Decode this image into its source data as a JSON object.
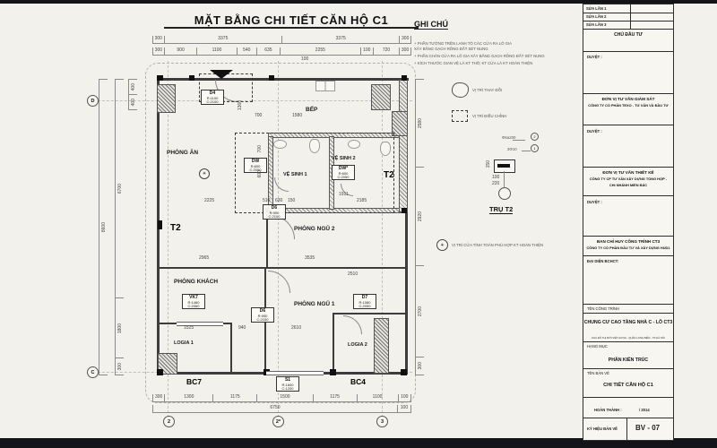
{
  "title": "MẶT BẰNG CHI TIẾT CĂN HỘ C1",
  "notes": {
    "heading": "GHI CHÚ",
    "line1": "+ PHẦN TƯỜNG TRÊN LANH TÔ CÁC CỬA RA LÔ GIA",
    "line2": "XÂY BẰNG GẠCH RỖNG ĐẤT SÉT NUNG",
    "line3": "+ PHẦN CHÂN CỬA RA LÔ GIA XÂY BẰNG GẠCH RỖNG ĐẤT SÉT NUNG",
    "line4": "+ KÍCH THƯỚC GIAN VỆ LÀ KT THÔ; KT CỬA LÀ KT HOÀN THIỆN",
    "legend_change": "VỊ TRÍ THAY ĐỔI",
    "legend_adjust": "VỊ TRÍ ĐIỀU CHỈNH",
    "legend_door": "VỊ TRÍ CỬA TÍNH TOÁN PHÙ HỢP KT HOÀN THIỆN",
    "asterisk": "✳"
  },
  "column_detail": {
    "title": "TRỤ T2",
    "tie": "Φ6a200",
    "tie_ref": "2",
    "main": "3Φ10",
    "main_ref": "1",
    "dim_h": "150",
    "dim_w1": "100",
    "dim_w2": "220"
  },
  "rooms": {
    "dining": "PHÒNG ĂN",
    "kitchen": "BẾP",
    "wc1": "VỆ SINH 1",
    "wc2": "VỆ SINH 2",
    "bed2": "PHÒNG NGỦ 2",
    "living": "PHÒNG KHÁCH",
    "bed1": "PHÒNG NGỦ 1",
    "logia1": "LOGIA 1",
    "logia2": "LOGIA 2"
  },
  "tags": {
    "d4": {
      "id": "D4",
      "r": "R:1100",
      "c": "C:2100"
    },
    "dw": {
      "id": "DW",
      "r": "R:600",
      "c": "C:2050"
    },
    "dws": {
      "id": "DW*",
      "r": "R:600",
      "c": "C:2050"
    },
    "d6a": {
      "id": "D6",
      "r": "R:900",
      "c": "C:2100"
    },
    "d6b": {
      "id": "D6",
      "r": "R:900",
      "c": "C:2100"
    },
    "d7": {
      "id": "D7",
      "r": "R:1080",
      "c": "C:2050"
    },
    "vk7": {
      "id": "VK7",
      "r": "R:1460",
      "c": "C:2060"
    },
    "s1": {
      "id": "S1",
      "r": "R:1600",
      "c": "C:1200"
    }
  },
  "markers": {
    "t2_left": "T2",
    "t2_right": "T2",
    "bc7": "BC7",
    "bc4": "BC4"
  },
  "grid": {
    "d": "D",
    "c": "C",
    "n2": "2",
    "n2s": "2*",
    "n3": "3"
  },
  "dims": {
    "top1": [
      "300",
      "3375",
      "3375",
      "300"
    ],
    "top2": [
      "300",
      "900",
      "1100",
      "540",
      "635",
      "2255",
      "100",
      "720",
      "300"
    ],
    "top_sub": "100",
    "bottom1": [
      "300",
      "1300",
      "1175",
      "1500",
      "1175",
      "1100",
      "100"
    ],
    "bottom2": [
      "6750",
      "100"
    ],
    "left_outer": "8600",
    "left_inner": [
      "6700",
      "1800",
      "300"
    ],
    "left_top": [
      "400",
      "400"
    ],
    "right_inner": [
      "2580",
      "2920",
      "2700",
      "300"
    ],
    "i": {
      "a": "700",
      "b": "1580",
      "c": "1360",
      "d": "2225",
      "e": "510",
      "f": "630",
      "g": "150",
      "h": "2185",
      "j": "2965",
      "k": "3535",
      "l": "2510",
      "m": "1525",
      "n": "940",
      "o": "2610",
      "p": "1911",
      "q": "700",
      "r": "600"
    }
  },
  "titleblock": {
    "rev1": "SỬA LẦN 1",
    "rev2": "SỬA LẦN 2",
    "rev3": "SỬA LẦN 3",
    "owner_label": "CHỦ ĐẦU TƯ",
    "approve1": "DUYỆT :",
    "approve2": "DUYỆT :",
    "approve3": "DUYỆT :",
    "supervisor1": "ĐƠN VỊ TƯ VẤN GIÁM SÁT",
    "supervisor2": "CÔNG TY CỔ PHẦN TEXO - TƯ VẤN VÀ ĐẦU TƯ",
    "designer1": "ĐƠN VỊ TƯ VẤN THIẾT KẾ",
    "designer2": "CÔNG TY CP TƯ VẤN XÂY DỰNG TỔNG HỢP -",
    "designer3": "CHI NHÁNH MIỀN BẮC",
    "board1": "BAN CHỈ HUY CÔNG TRÌNH CT3",
    "board2": "CÔNG TY CỔ PHẦN ĐẦU TƯ VÀ XÂY DỰNG HUD1",
    "rep_label": "ĐẠI DIỆN BCHCT:",
    "project_label": "TÊN CÔNG TRÌNH",
    "project_name": "CHUNG CƯ CAO TẦNG NHÀ C - LÔ CT3",
    "address": "KHU ĐÔ THỊ MỚI VIỆT HƯNG - QUẬN LONG BIÊN - TP HÀ NỘI",
    "category_label": "HẠNG MỤC",
    "category": "PHẦN KIẾN TRÚC",
    "drawing_label": "TÊN BẢN VẼ",
    "drawing_name": "CHI TIẾT CĂN HỘ C1",
    "complete_label": "HOÀN THÀNH :",
    "complete_value": "/ 2014",
    "code_label": "KÝ HIỆU BẢN VẼ",
    "code": "BV - 07"
  }
}
